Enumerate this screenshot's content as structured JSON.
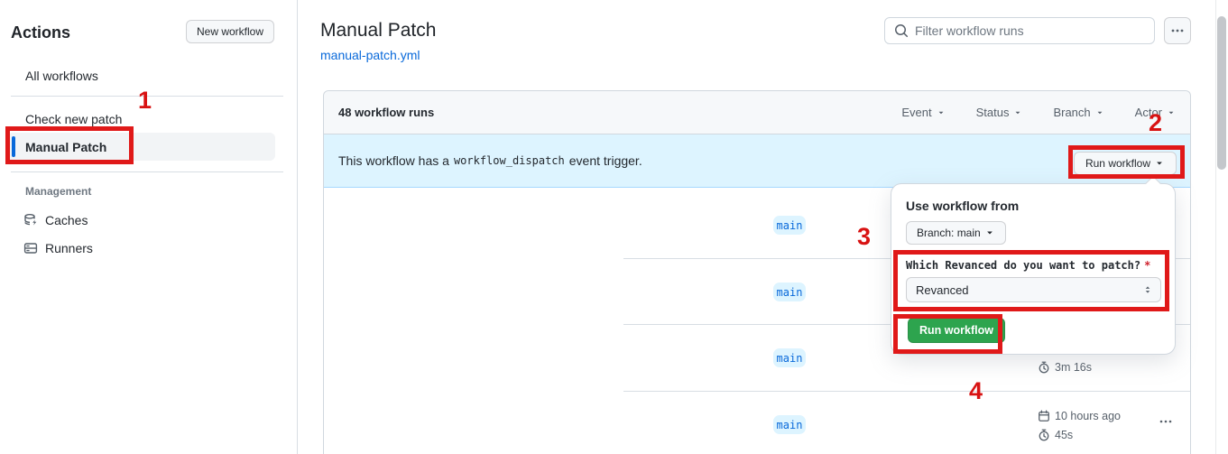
{
  "sidebar": {
    "title": "Actions",
    "new_workflow_label": "New workflow",
    "items": {
      "all": "All workflows",
      "check": "Check new patch",
      "manual": "Manual Patch"
    },
    "management_label": "Management",
    "caches_label": "Caches",
    "runners_label": "Runners"
  },
  "header": {
    "title": "Manual Patch",
    "file_link": "manual-patch.yml",
    "search_placeholder": "Filter workflow runs"
  },
  "list": {
    "count_label": "48 workflow runs",
    "filters": [
      "Event",
      "Status",
      "Branch",
      "Actor"
    ],
    "banner": {
      "pre": "This workflow has a",
      "code": "workflow_dispatch",
      "post": "event trigger.",
      "run_button_label": "Run workflow"
    },
    "rows": [
      {
        "branch": "main"
      },
      {
        "branch": "main"
      },
      {
        "branch": "main",
        "duration": "3m 16s"
      },
      {
        "branch": "main",
        "date": "10 hours ago",
        "duration": "45s"
      }
    ]
  },
  "popover": {
    "title": "Use workflow from",
    "branch_button_label": "Branch: main",
    "input_label": "Which Revanced do you want to patch?",
    "required_mark": "*",
    "select_value": "Revanced",
    "run_button_label": "Run workflow"
  },
  "annotations": {
    "steps": [
      "1",
      "2",
      "3",
      "4"
    ]
  },
  "colors": {
    "accent_orange": "#fd8c73",
    "link_blue": "#0969da",
    "banner_blue": "#ddf4ff",
    "badge_blue_text": "#0969da",
    "button_green": "#2da44e",
    "annotation_red": "#e01919"
  }
}
